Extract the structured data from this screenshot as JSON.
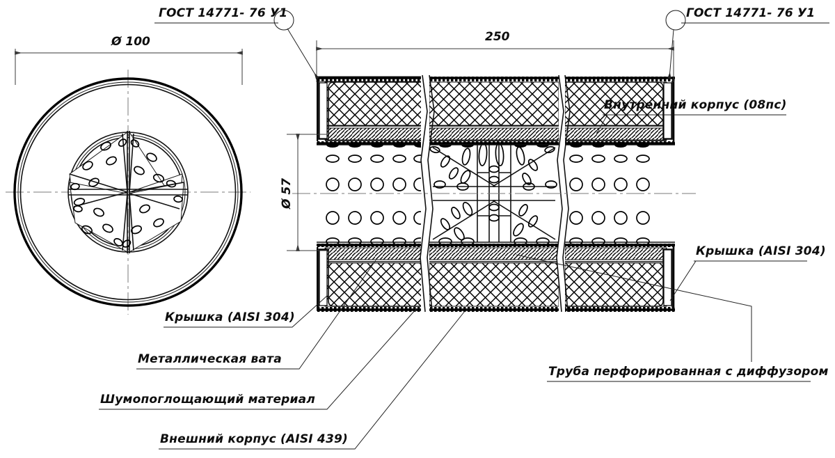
{
  "drawing": {
    "type": "engineering-cross-section",
    "subject": "Exhaust muffler / silencer",
    "dimensions": {
      "outer_diameter": "Ø 100",
      "inner_tube_diameter": "Ø 57",
      "length": "250"
    },
    "weld_notes": [
      {
        "id": "weld-left",
        "text": "ГОСТ 14771- 76 У1"
      },
      {
        "id": "weld-right",
        "text": "ГОСТ 14771- 76 У1"
      }
    ],
    "callouts": [
      {
        "id": "inner-body",
        "text": "Внутренний корпус (08пс)"
      },
      {
        "id": "cap-right",
        "text": "Крышка (AISI 304)"
      },
      {
        "id": "perforated-tube",
        "text": "Труба перфорированная с диффузором"
      },
      {
        "id": "cap-left",
        "text": "Крышка (AISI 304)"
      },
      {
        "id": "metal-wool",
        "text": "Металлическая вата"
      },
      {
        "id": "sound-absorbing",
        "text": "Шумопоглощающий материал"
      },
      {
        "id": "outer-body",
        "text": "Внешний корпус (AISI 439)"
      }
    ],
    "colors": {
      "line": "#000000",
      "center_line": "#7a7a7a",
      "background": "#ffffff"
    }
  }
}
